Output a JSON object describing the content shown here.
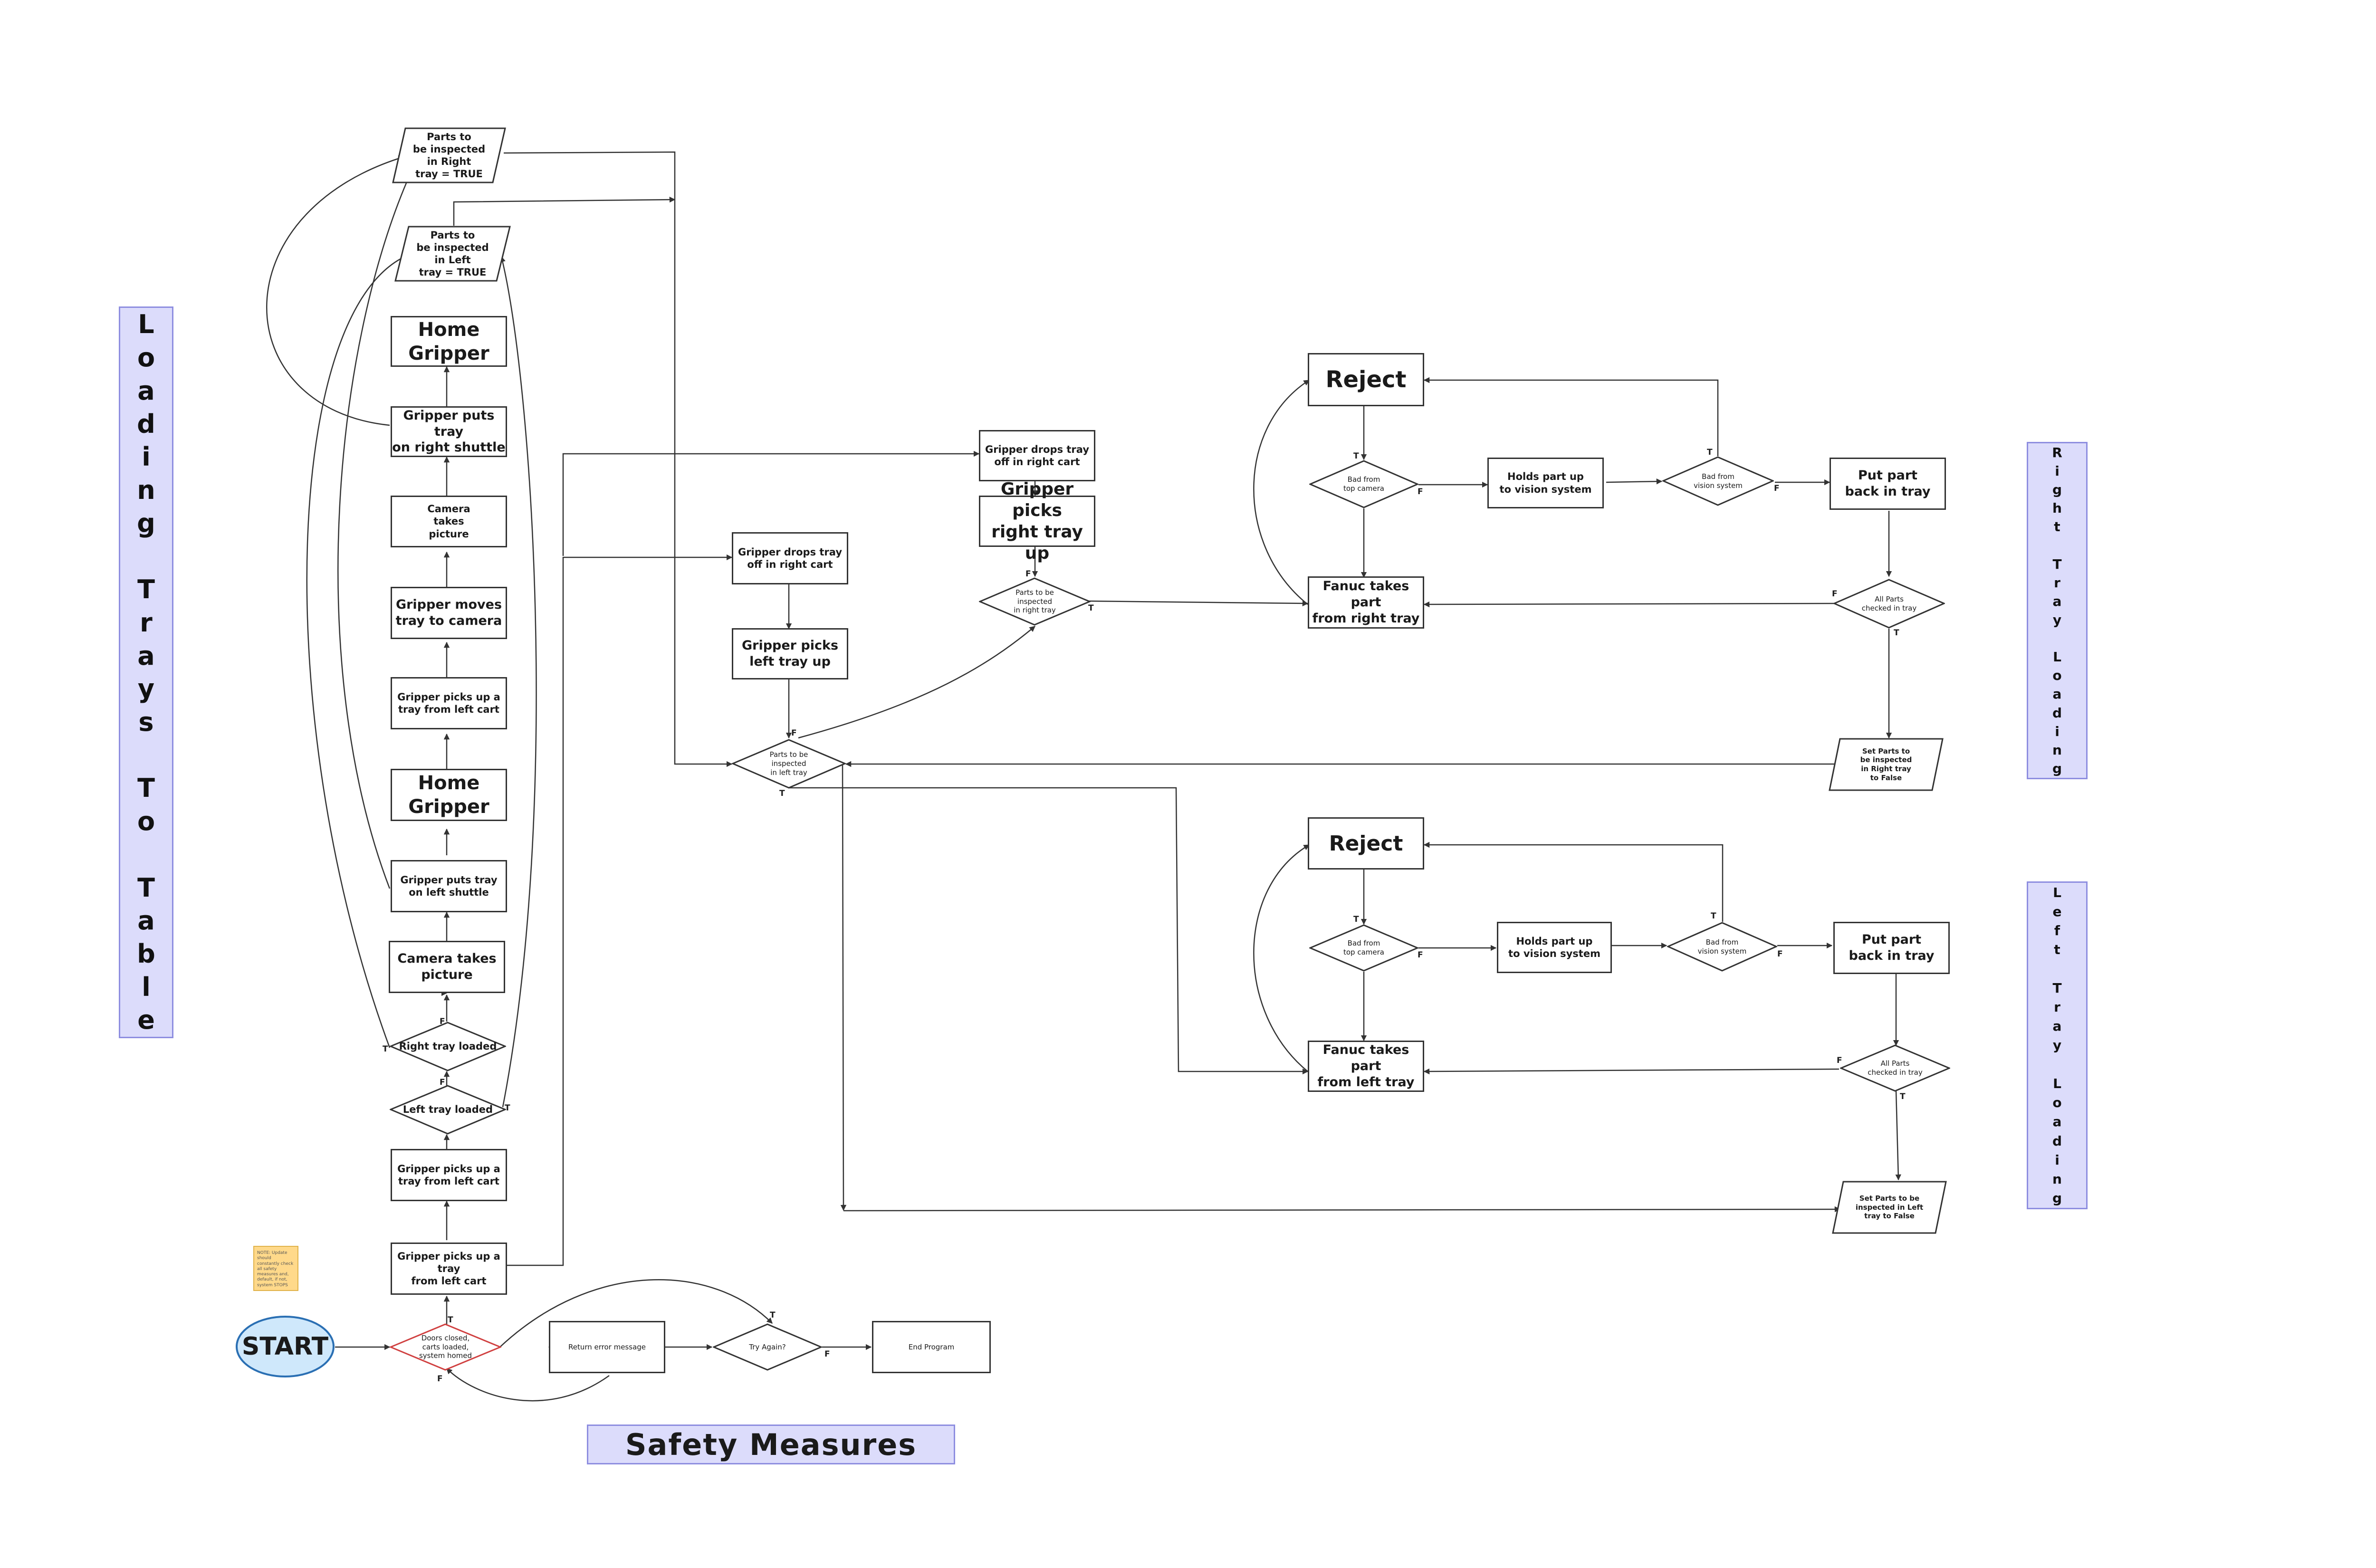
{
  "colors": {
    "band_fill": "#dcdcfb",
    "band_border": "#8e8ee0",
    "start_fill": "#cfe8fb",
    "start_border": "#2a6fb3",
    "note_fill": "#ffd98a",
    "safety_diamond_border": "#d04040",
    "stroke": "#333333"
  },
  "bands": {
    "loading_trays_to_table": "Loading Trays To Table",
    "right_tray_loading": "Right Tray Loading",
    "left_tray_loading": "Left Tray Loading",
    "safety_measures": "Safety Measures"
  },
  "note": "NOTE: Update should constantly check all safety measures and, default, if not, system STOPS",
  "nodes": {
    "right_true": "Parts to\nbe inspected\nin Right\ntray = TRUE",
    "left_true": "Parts to\nbe inspected\nin Left\ntray = TRUE",
    "home1": "Home\nGripper",
    "put_right": "Gripper puts tray\non right shuttle",
    "cam1": "Camera\ntakes\npicture",
    "move_cam": "Gripper moves\ntray to camera",
    "pick_left1": "Gripper picks up a\ntray from left cart",
    "home2": "Home\nGripper",
    "put_left": "Gripper puts tray\non left shuttle",
    "cam2": "Camera takes\npicture",
    "right_loaded": "Right tray loaded",
    "left_loaded": "Left tray loaded",
    "pick_left2": "Gripper picks up a\ntray from left cart",
    "pick_left3": "Gripper picks up a tray\nfrom left cart",
    "start": "START",
    "doors": "Doors closed,\ncarts loaded,\nsystem homed",
    "return_err": "Return error message",
    "try_again": "Try Again?",
    "end_prog": "End Program",
    "drop_right_mid": "Gripper drops tray\noff in right cart",
    "pick_left_up": "Gripper picks\nleft tray up",
    "parts_left_d": "Parts to be\ninspected\nin left tray",
    "drop_right_top": "Gripper drops tray\noff in right cart",
    "pick_right_up": "Gripper picks\nright tray up",
    "parts_right_d": "Parts to be\ninspected\nin right tray",
    "reject1": "Reject",
    "bad_top1": "Bad from\ntop camera",
    "holds1": "Holds part up\nto vision system",
    "bad_vis1": "Bad from\nvision system",
    "putback1": "Put part\nback in tray",
    "fanuc_right": "Fanuc takes part\nfrom right tray",
    "all_checked1": "All Parts\nchecked in tray",
    "set_right_false": "Set Parts to\nbe inspected\nin Right tray\nto False",
    "reject2": "Reject",
    "bad_top2": "Bad from\ntop camera",
    "holds2": "Holds part up\nto vision system",
    "bad_vis2": "Bad from\nvision system",
    "putback2": "Put part\nback in tray",
    "fanuc_left": "Fanuc takes part\nfrom left tray",
    "all_checked2": "All Parts\nchecked in tray",
    "set_left_false": "Set Parts to be\ninspected in Left\ntray to False"
  },
  "edge_labels": {
    "t": "T",
    "f": "F"
  }
}
